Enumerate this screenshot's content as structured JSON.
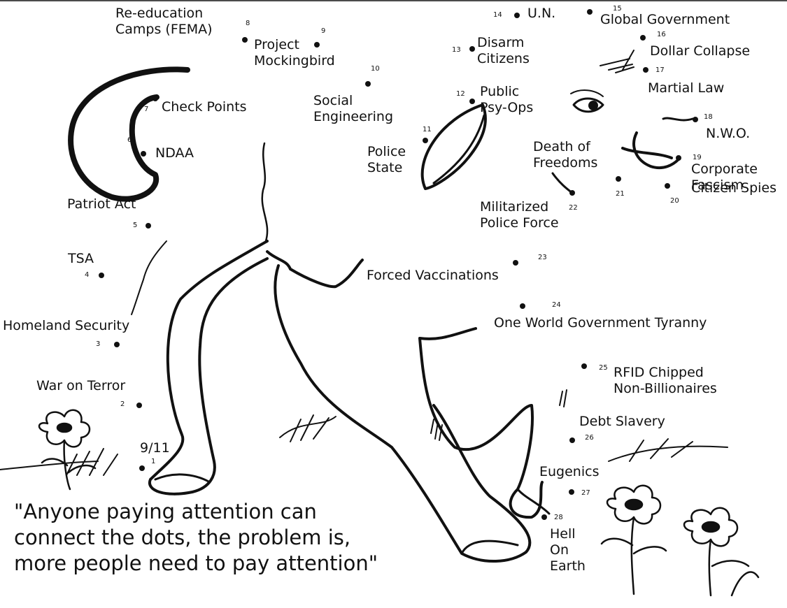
{
  "points": [
    {
      "n": "1",
      "label": "9/11"
    },
    {
      "n": "2",
      "label": "War on Terror"
    },
    {
      "n": "3",
      "label": "Homeland Security"
    },
    {
      "n": "4",
      "label": "TSA"
    },
    {
      "n": "5",
      "label": "Patriot Act"
    },
    {
      "n": "6",
      "label": "NDAA"
    },
    {
      "n": "7",
      "label": "Check Points"
    },
    {
      "n": "8",
      "label": "Re-education\nCamps (FEMA)"
    },
    {
      "n": "9",
      "label": "Project\nMockingbird"
    },
    {
      "n": "10",
      "label": "Social\nEngineering"
    },
    {
      "n": "11",
      "label": "Police\nState"
    },
    {
      "n": "12",
      "label": "Public\nPsy-Ops"
    },
    {
      "n": "13",
      "label": "Disarm\nCitizens"
    },
    {
      "n": "14",
      "label": "U.N."
    },
    {
      "n": "15",
      "label": "Global Government"
    },
    {
      "n": "16",
      "label": "Dollar Collapse"
    },
    {
      "n": "17",
      "label": "Martial Law"
    },
    {
      "n": "18",
      "label": "N.W.O."
    },
    {
      "n": "19",
      "label": "Corporate\nFascism"
    },
    {
      "n": "20",
      "label": "Citizen Spies"
    },
    {
      "n": "21",
      "label": "Death of\nFreedoms"
    },
    {
      "n": "22",
      "label": "Militarized\nPolice Force"
    },
    {
      "n": "23",
      "label": "Forced Vaccinations"
    },
    {
      "n": "24",
      "label": "One World Government Tyranny"
    },
    {
      "n": "25",
      "label": "RFID Chipped\nNon-Billionaires"
    },
    {
      "n": "26",
      "label": "Debt Slavery"
    },
    {
      "n": "27",
      "label": "Eugenics"
    },
    {
      "n": "28",
      "label": "Hell\nOn\nEarth"
    }
  ],
  "quote": "\"Anyone paying attention can\nconnect the dots, the problem is,\nmore people need to pay attention\"",
  "colors": {
    "ink": "#111111",
    "background": "#ffffff"
  }
}
